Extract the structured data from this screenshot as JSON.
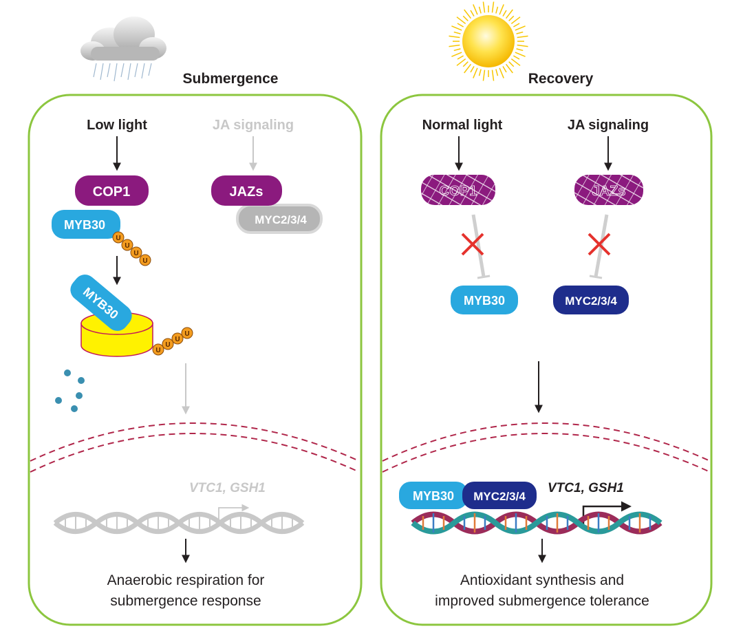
{
  "panels": {
    "left": {
      "title": "Submergence",
      "weather_icon": "rain-cloud-icon",
      "low_light_label": "Low light",
      "ja_label": "JA signaling",
      "cop1_label": "COP1",
      "jazs_label": "JAZs",
      "myb30_label": "MYB30",
      "myc_label": "MYC2/3/4",
      "ubiquitin_label": "U",
      "degraded_myb30_label": "MYB30",
      "genes_label": "VTC1, GSH1",
      "outcome_line1": "Anaerobic respiration for",
      "outcome_line2": "submergence response"
    },
    "right": {
      "title": "Recovery",
      "weather_icon": "sun-icon",
      "normal_light_label": "Normal light",
      "ja_label": "JA signaling",
      "cop1_label": "COP1",
      "jazs_label": "JAZs",
      "myb30_label": "MYB30",
      "myc_label": "MYC2/3/4",
      "dna_myb30_label": "MYB30",
      "dna_myc_label": "MYC2/3/4",
      "genes_label": "VTC1, GSH1",
      "outcome_line1": "Antioxidant synthesis and",
      "outcome_line2": "improved submergence tolerance"
    }
  },
  "colors": {
    "panel_border": "#8cc63f",
    "cop1": "#8b1a7e",
    "myb30": "#29a8df",
    "myc": "#1e2d8c",
    "ubiquitin": "#f39c1f",
    "proteasome": "#fff200",
    "proteasome_edge": "#c2185b",
    "nucleus_membrane": "#b0264a",
    "inhibit_x": "#e5322d",
    "faded": "#c8c8c8",
    "arrow": "#231f20"
  }
}
